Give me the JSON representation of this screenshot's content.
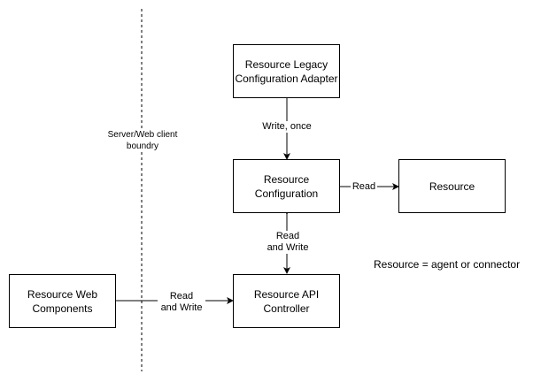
{
  "nodes": {
    "legacy_adapter": {
      "line1": "Resource Legacy",
      "line2": "Configuration Adapter"
    },
    "configuration": {
      "line1": "Resource",
      "line2": "Configuration"
    },
    "resource": {
      "line1": "Resource"
    },
    "api_controller": {
      "line1": "Resource API",
      "line2": "Controller"
    },
    "web_components": {
      "line1": "Resource Web",
      "line2": "Components"
    }
  },
  "edges": {
    "adapter_to_config": {
      "line1": "Write, once"
    },
    "config_to_resource": {
      "line1": "Read"
    },
    "config_api": {
      "line1": "Read",
      "line2": "and Write"
    },
    "api_web": {
      "line1": "Read",
      "line2": "and Write"
    }
  },
  "boundary": {
    "line1": "Server/Web client",
    "line2": "boundry"
  },
  "legend": {
    "text": "Resource = agent or connector"
  },
  "colors": {
    "stroke": "#000000",
    "background": "#ffffff"
  }
}
